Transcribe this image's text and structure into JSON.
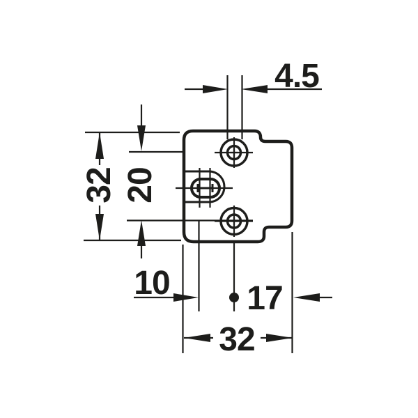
{
  "drawing": {
    "kind": "technical-dimension-drawing",
    "object": "hinge-mounting-plate-top-view",
    "background_color": "#ffffff",
    "line_color": "#1d1d1b",
    "units_implied": "mm",
    "dimensions": {
      "hole_diameter": "4.5",
      "plate_height": "32",
      "hole_spacing": "20",
      "slot_line_to_screw_line": "10",
      "screw_line_to_right_edge": "17",
      "plate_width": "32"
    }
  }
}
